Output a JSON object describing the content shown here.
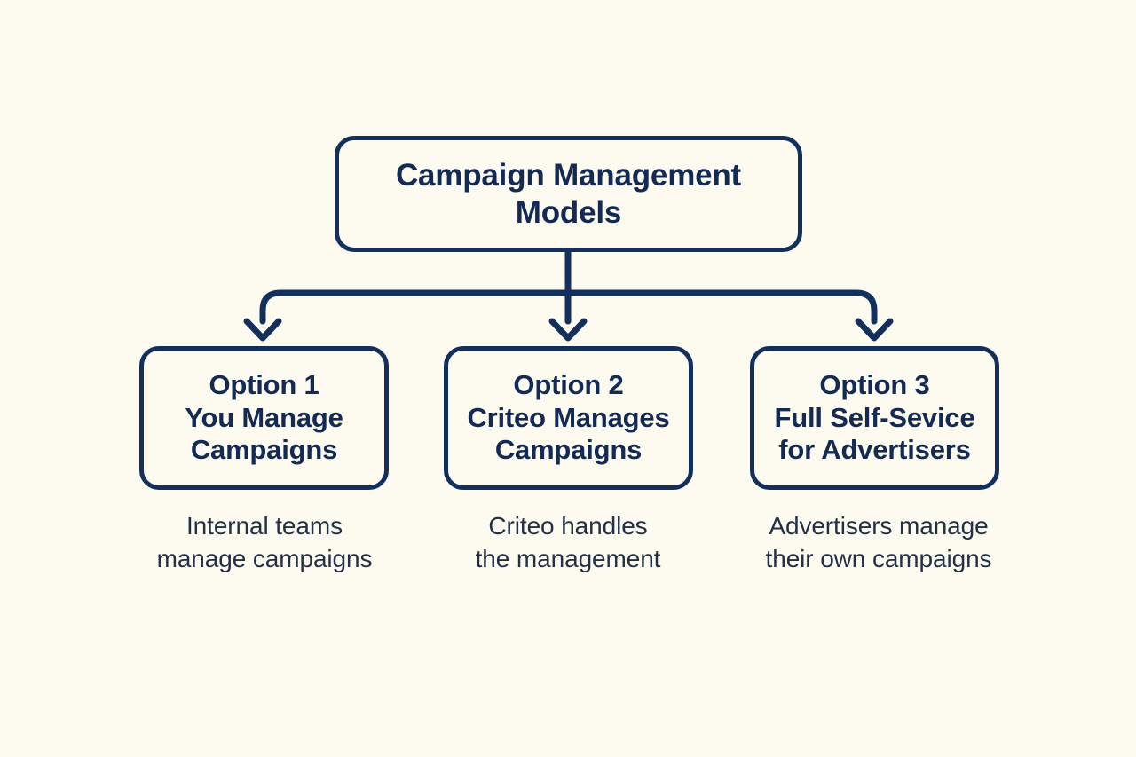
{
  "diagram": {
    "type": "org-chart",
    "background_color": "#FDFBEF",
    "line_color": "#13305C",
    "heading_text_color": "#132A54",
    "caption_text_color": "#232F45",
    "root": {
      "label": "Campaign Management\nModels"
    },
    "options": [
      {
        "label": "Option 1\nYou Manage\nCampaigns",
        "caption": "Internal teams\nmanage campaigns"
      },
      {
        "label": "Option 2\nCriteo Manages\nCampaigns",
        "caption": "Criteo handles\nthe management"
      },
      {
        "label": "Option 3\nFull Self-Sevice\nfor Advertisers",
        "caption": "Advertisers manage\ntheir own campaigns"
      }
    ]
  }
}
